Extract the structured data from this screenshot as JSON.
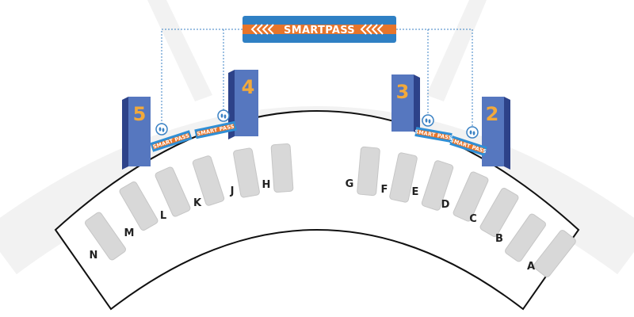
{
  "colors": {
    "background": "#ffffff",
    "arc_band": "#f1f1f1",
    "counter_fill": "#d8d8d8",
    "counter_stroke": "#c6c6c6",
    "pillar_front": "#5677bf",
    "pillar_side": "#2d4289",
    "pillar_number": "#f2a93b",
    "connector": "#3b82c4",
    "banner_blue": "#2f80c4",
    "banner_orange": "#e8752a",
    "mat_blue": "#2f8fd6",
    "mat_orange": "#e8752a",
    "hall_outline": "#111111"
  },
  "banner": {
    "brand_text": "SMARTPASS",
    "icon": "chevron-arrows-icon"
  },
  "pillars": [
    {
      "id": "5",
      "number": "5",
      "side": "left"
    },
    {
      "id": "4",
      "number": "4",
      "side": "left"
    },
    {
      "id": "3",
      "number": "3",
      "side": "right"
    },
    {
      "id": "2",
      "number": "2",
      "side": "right"
    }
  ],
  "floor_mats": [
    {
      "pillar": "5",
      "text": "SMART PASS",
      "icon": "footprints-icon"
    },
    {
      "pillar": "4",
      "text": "SMART PASS",
      "icon": "footprints-icon"
    },
    {
      "pillar": "3",
      "text": "SMART PASS",
      "icon": "footprints-icon"
    },
    {
      "pillar": "2",
      "text": "SMART PASS",
      "icon": "footprints-icon"
    }
  ],
  "counters": [
    "N",
    "M",
    "L",
    "K",
    "J",
    "H",
    "G",
    "F",
    "E",
    "D",
    "C",
    "B",
    "A"
  ]
}
